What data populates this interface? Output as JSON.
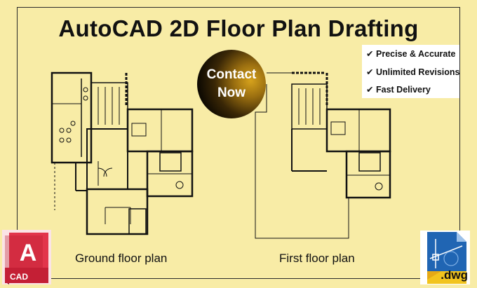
{
  "title": "AutoCAD 2D Floor Plan Drafting",
  "contact": {
    "line1": "Contact",
    "line2": "Now"
  },
  "features": [
    {
      "check": "✔",
      "label": "Precise & Accurate"
    },
    {
      "check": "✔",
      "label": "Unlimited Revisions"
    },
    {
      "check": "✔",
      "label": "Fast Delivery"
    }
  ],
  "captions": {
    "ground": "Ground floor plan",
    "first": "First floor plan"
  },
  "logos": {
    "autocad_letter": "A",
    "autocad_label": "CAD",
    "dwg_label": ".dwg"
  },
  "colors": {
    "background": "#f8eca6",
    "autocad_red": "#d6233a",
    "dwg_blue": "#1f5fa8",
    "dwg_yellow": "#f2c41d"
  }
}
